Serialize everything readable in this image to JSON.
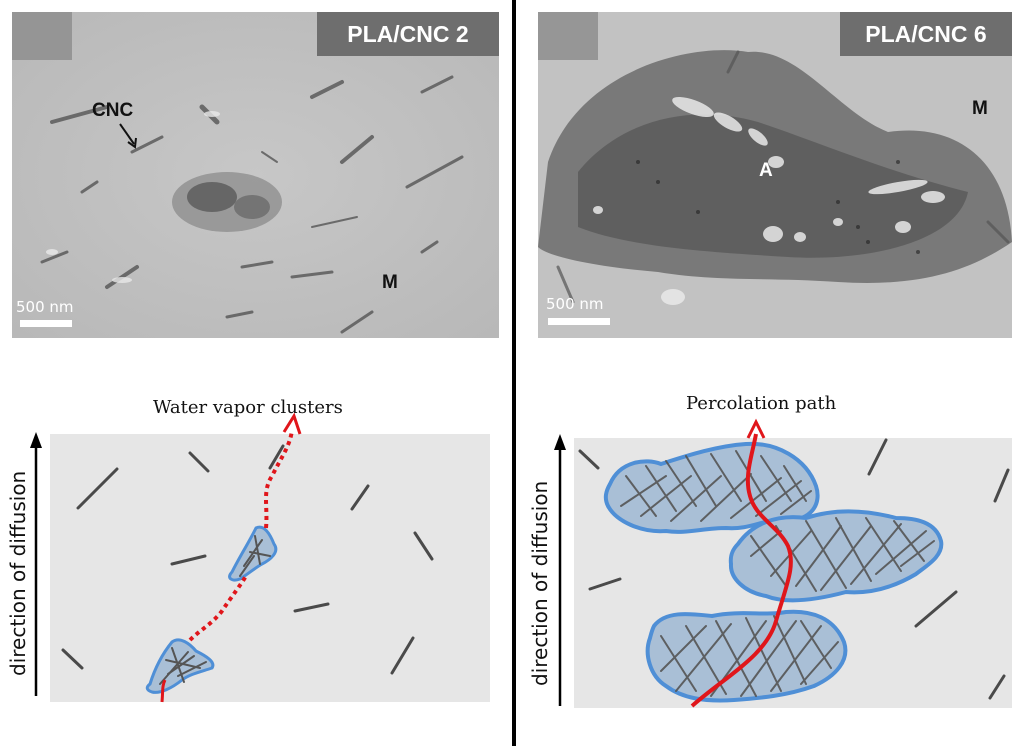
{
  "left": {
    "tem_tag": "PLA/CNC 2",
    "label_cnc": "CNC",
    "label_m": "M",
    "scale_text": "500 nm",
    "schematic_caption": "Water vapor clusters",
    "axis_label": "direction of diffusion"
  },
  "right": {
    "tem_tag": "PLA/CNC 6",
    "label_a": "A",
    "label_m": "M",
    "scale_text": "500 nm",
    "schematic_caption": "Percolation path",
    "axis_label": "direction of diffusion"
  },
  "colors": {
    "path_red": "#e0161b",
    "cluster_fill": "#a9bfd6",
    "cluster_edge": "#4f8fd6",
    "rod": "#4a4a4a",
    "schematic_bg": "#e6e6e6",
    "tag_bg": "#6e6e6e"
  }
}
